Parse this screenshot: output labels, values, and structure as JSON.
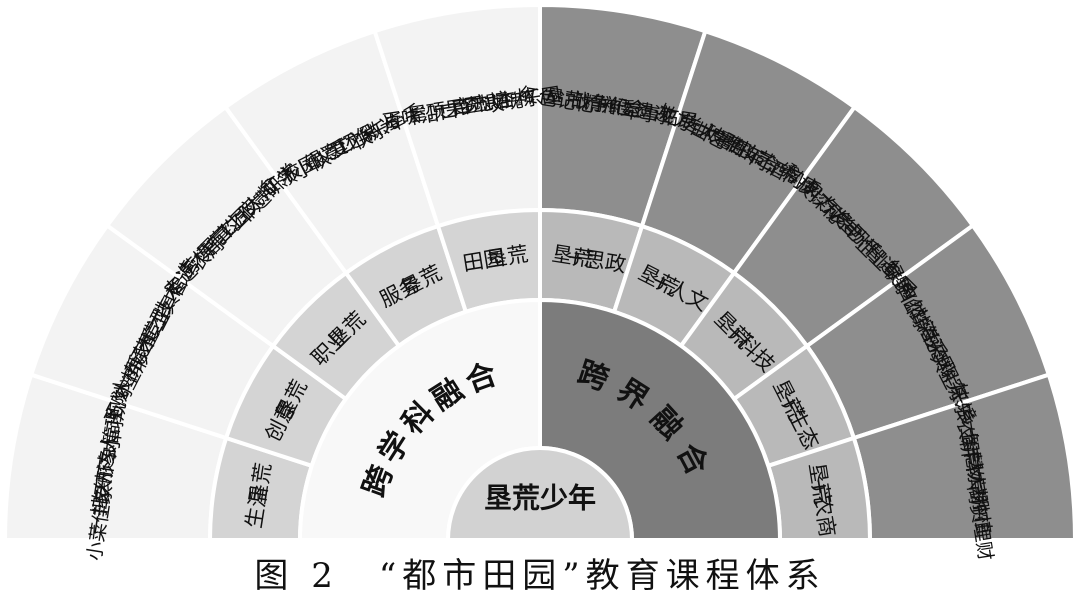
{
  "center": {
    "label": "垦荒少年"
  },
  "left_ring": {
    "label": "跨学科融合"
  },
  "right_ring": {
    "label": "跨界融合"
  },
  "left_sections": [
    {
      "category": [
        "生活",
        "垦荒"
      ],
      "items": [
        "小菜佳家",
        "一扫天下",
        "收纳达人",
        "形象管理",
        "时间规划"
      ]
    },
    {
      "category": [
        "创意",
        "垦荒"
      ],
      "items": [
        "巧陶塑形",
        "木桥承重",
        "纸艺造型",
        "木之技术",
        "工具智造"
      ]
    },
    {
      "category": [
        "职业",
        "垦荒"
      ],
      "items": [
        "走近农周",
        "劳模有约",
        "军营之夜",
        "工匠大师",
        "非遗研学"
      ]
    },
    {
      "category": [
        "服务",
        "垦荒"
      ],
      "items": [
        "红领小队",
        "校园义工",
        "绿意环保",
        "爱之微光",
        "快乐牵手"
      ]
    },
    {
      "category": [
        "田园",
        "垦荒"
      ],
      "items": [
        "百味沿口",
        "屋顶果园",
        "一亩方塘",
        "梦想杏林",
        "玫瑰乐园"
      ]
    }
  ],
  "right_sections": [
    {
      "category": [
        "垦荒",
        "+思政"
      ],
      "items": [
        "红色记忆",
        "垦荒精神",
        "战争纪念",
        "抗倭遗迹",
        "军事拓展"
      ]
    },
    {
      "category": [
        "垦荒",
        "+人文"
      ],
      "items": [
        "地方曲艺",
        "送大暑船",
        "玻雕技艺",
        "百年台绣",
        "问酒同康"
      ]
    },
    {
      "category": [
        "垦荒",
        "+科技"
      ],
      "items": [
        "科技探秘",
        "风力发电",
        "气象万千",
        "台州智造",
        "企业联网"
      ]
    },
    {
      "category": [
        "垦荒",
        "+生态"
      ],
      "items": [
        "绿野仙踪",
        "自然探秘",
        "山海采风",
        "生态探究",
        "共生乐境"
      ]
    },
    {
      "category": [
        "垦荒",
        "+农商"
      ],
      "items": [
        "快乐农耕",
        "乡土丰物",
        "智慧大棚",
        "本草种植",
        "商贸理财"
      ]
    }
  ],
  "caption": "图 2　“都市田园”教育课程体系",
  "colors": {
    "left_outer": "#f3f3f3",
    "left_mid": "#d4d4d4",
    "left_inner": "#f8f8f8",
    "right_outer": "#8e8e8e",
    "right_mid": "#b9b9b9",
    "right_inner": "#7c7c7c",
    "center": "#d2d2d2",
    "divider": "#ffffff",
    "text": "#111111"
  }
}
